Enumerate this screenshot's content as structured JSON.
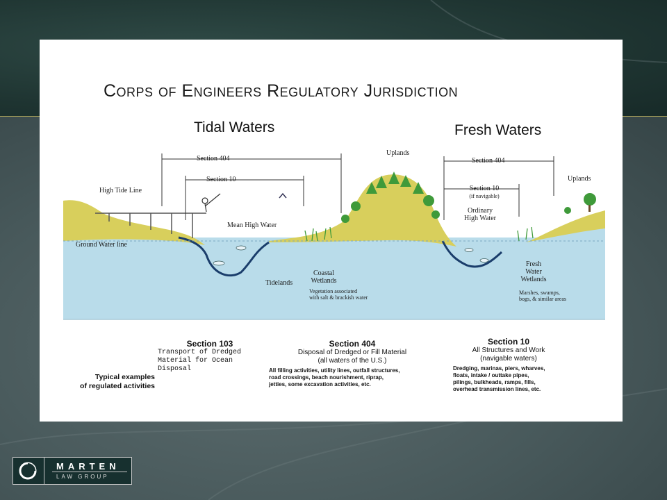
{
  "slide": {
    "title": "Corps of Engineers Regulatory Jurisdiction",
    "tidal_heading": "Tidal Waters",
    "fresh_heading": "Fresh Waters"
  },
  "diagram": {
    "tidal": {
      "section404": "Section 404",
      "section10": "Section 10",
      "high_tide_line": "High Tide Line",
      "mean_high_water": "Mean High Water",
      "ground_water_line": "Ground Water line",
      "tidelands": "Tidelands",
      "coastal_wetlands_1": "Coastal",
      "coastal_wetlands_2": "Wetlands",
      "vegetation_1": "Vegetation associated",
      "vegetation_2": "with salt & brackish water"
    },
    "uplands_center": "Uplands",
    "fresh": {
      "section404": "Section 404",
      "section10": "Section 10",
      "if_navigable": "(if navigable)",
      "ordinary_high_water_1": "Ordinary",
      "ordinary_high_water_2": "High Water",
      "uplands": "Uplands",
      "fresh_water_1": "Fresh",
      "fresh_water_2": "Water",
      "fresh_water_3": "Wetlands",
      "marshes_1": "Marshes, swamps,",
      "marshes_2": "bogs, & similar areas"
    }
  },
  "activities": {
    "typical_label_1": "Typical examples",
    "typical_label_2": "of regulated activities",
    "s103": {
      "heading": "Section 103",
      "text": "Transport of Dredged\nMaterial for Ocean\nDisposal"
    },
    "s404": {
      "heading": "Section 404",
      "sub1": "Disposal of Dredged or Fill Material",
      "sub2": "(all waters of the U.S.)",
      "detail1": "All filling activities, utility lines, outfall structures,",
      "detail2": "road crossings, beach nourishment, riprap,",
      "detail3": "jetties, some excavation activities, etc."
    },
    "s10": {
      "heading": "Section 10",
      "sub1": "All Structures and Work",
      "sub2": "(navigable waters)",
      "detail1": "Dredging, marinas, piers, wharves,",
      "detail2": "floats, intake / outtake pipes,",
      "detail3": "pilings, bulkheads, ramps, fills,",
      "detail4": "overhead transmission lines, etc."
    }
  },
  "logo": {
    "name": "MARTEN",
    "sub": "LAW GROUP"
  },
  "colors": {
    "water": "#b9dcea",
    "land": "#d8cf5c",
    "vegetation": "#3f9a3a",
    "header_band": "#1f3532"
  }
}
